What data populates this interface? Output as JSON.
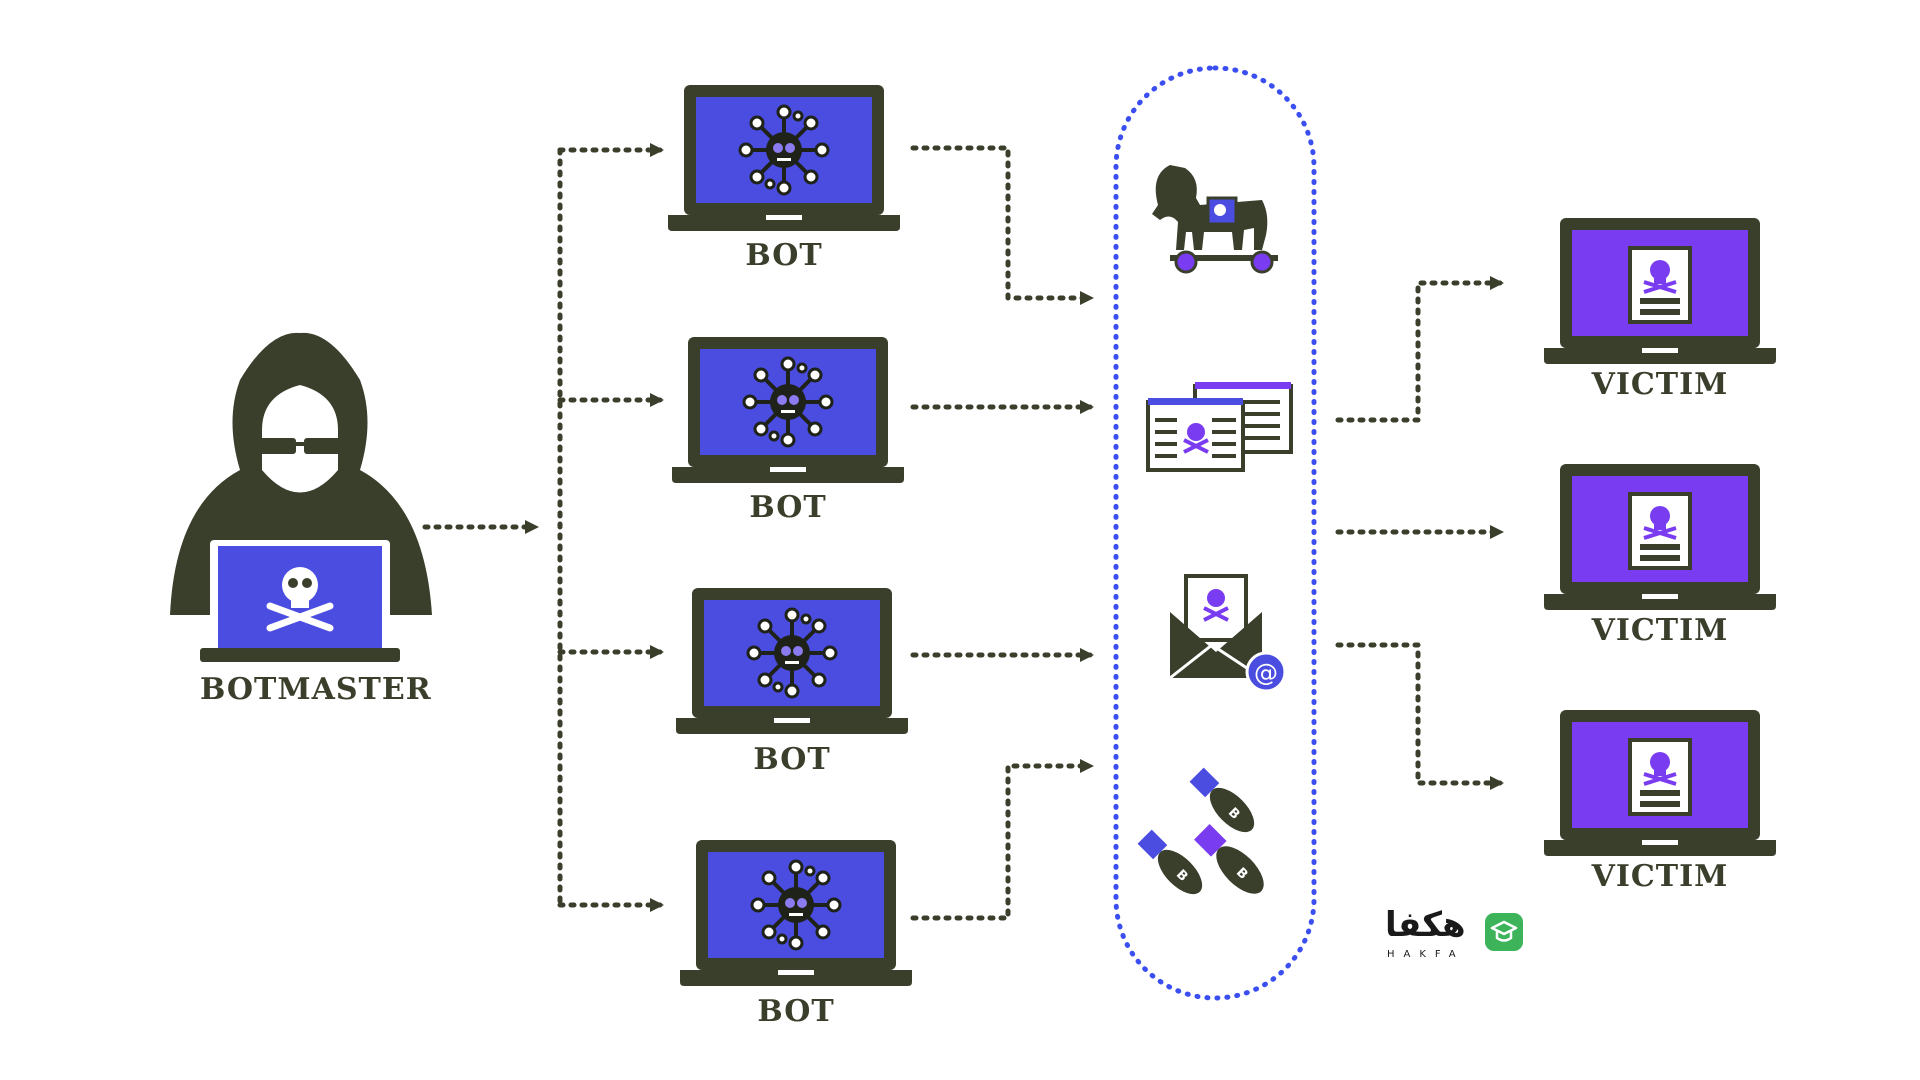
{
  "labels": {
    "botmaster": "BOTMASTER",
    "bots": [
      "BOT",
      "BOT",
      "BOT",
      "BOT"
    ],
    "victims": [
      "VICTIM",
      "VICTIM",
      "VICTIM"
    ]
  },
  "attack_methods": [
    "trojan-horse-icon",
    "malicious-documents-icon",
    "phishing-email-icon",
    "bombs-icon"
  ],
  "logo": {
    "persian": "هکفا",
    "latin": "HAKFA"
  },
  "colors": {
    "dark": "#3a3f2c",
    "screen_blue": "#4a4de0",
    "screen_purple": "#7a3cf0",
    "dotted_blue": "#3b4ef0",
    "logo_green": "#3db35a"
  }
}
